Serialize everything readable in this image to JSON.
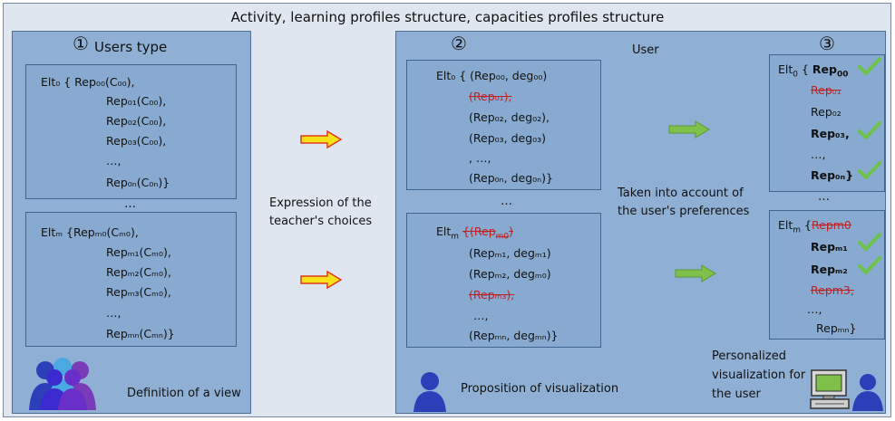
{
  "title": "Activity, learning profiles structure, capacities profiles structure",
  "panel1": {
    "number": "①",
    "heading": "Users type",
    "box_top": {
      "lines": [
        "Elt₀ { Rep₀₀(C₀₀),",
        "Rep₀₁(C₀₀),",
        "Rep₀₂(C₀₀),",
        "Rep₀₃(C₀₀),",
        "…,",
        "Rep₀ₙ(C₀ₙ)}"
      ]
    },
    "ellipsis": "…",
    "box_bottom": {
      "lines": [
        "Eltₘ {Repₘ₀(Cₘ₀),",
        "Repₘ₁(Cₘ₀),",
        "Repₘ₂(Cₘ₀),",
        "Repₘ₃(Cₘ₀),",
        "…,",
        "Repₘₙ(Cₘₙ)}"
      ]
    },
    "caption": "Definition of a view"
  },
  "middle_caption": [
    "Expression of the",
    "teacher's choices"
  ],
  "panel2": {
    "number": "②",
    "heading": "User",
    "box_top": {
      "lines": [
        "Elt₀ { (Rep₀₀, deg₀₀)",
        "(Rep₀₁),",
        "(Rep₀₂, deg₀₂),",
        "(Rep₀₃, deg₀₃)",
        ", …,",
        "(Rep₀ₙ, deg₀ₙ)}"
      ]
    },
    "ellipsis": "…",
    "box_bottom": {
      "lines": [
        "Eltₘ {(Repₘ₀)",
        "(Repₘ₁, degₘ₁)",
        "(Repₘ₂, degₘ₀)",
        "(Repₘ₃),",
        "…,",
        "(Repₘₙ, degₘₙ)}"
      ]
    },
    "caption": "Proposition of visualization",
    "pref_caption": [
      "Taken into account of",
      "the user's preferences"
    ]
  },
  "panel3": {
    "number": "③",
    "box_top": {
      "lines": [
        "Elt₀ { Rep₀₀",
        "Rep₀₁",
        "Rep₀₂",
        "Rep₀₃,",
        "…,",
        "Rep₀ₙ}"
      ]
    },
    "ellipsis": "…",
    "box_bottom": {
      "lines": [
        "Eltₘ {Repm0",
        "Repₘ₁",
        "Repₘ₂",
        "Repm3,",
        "…,",
        "Repₘₙ}"
      ]
    },
    "caption": [
      "Personalized",
      "visualization for",
      "the user"
    ]
  },
  "colors": {
    "arrow_yellow": "#f5e21a",
    "arrow_red": "#e23a1a",
    "arrow_green": "#7fc04a",
    "check": "#6cc24a",
    "strike": "#c02020"
  }
}
